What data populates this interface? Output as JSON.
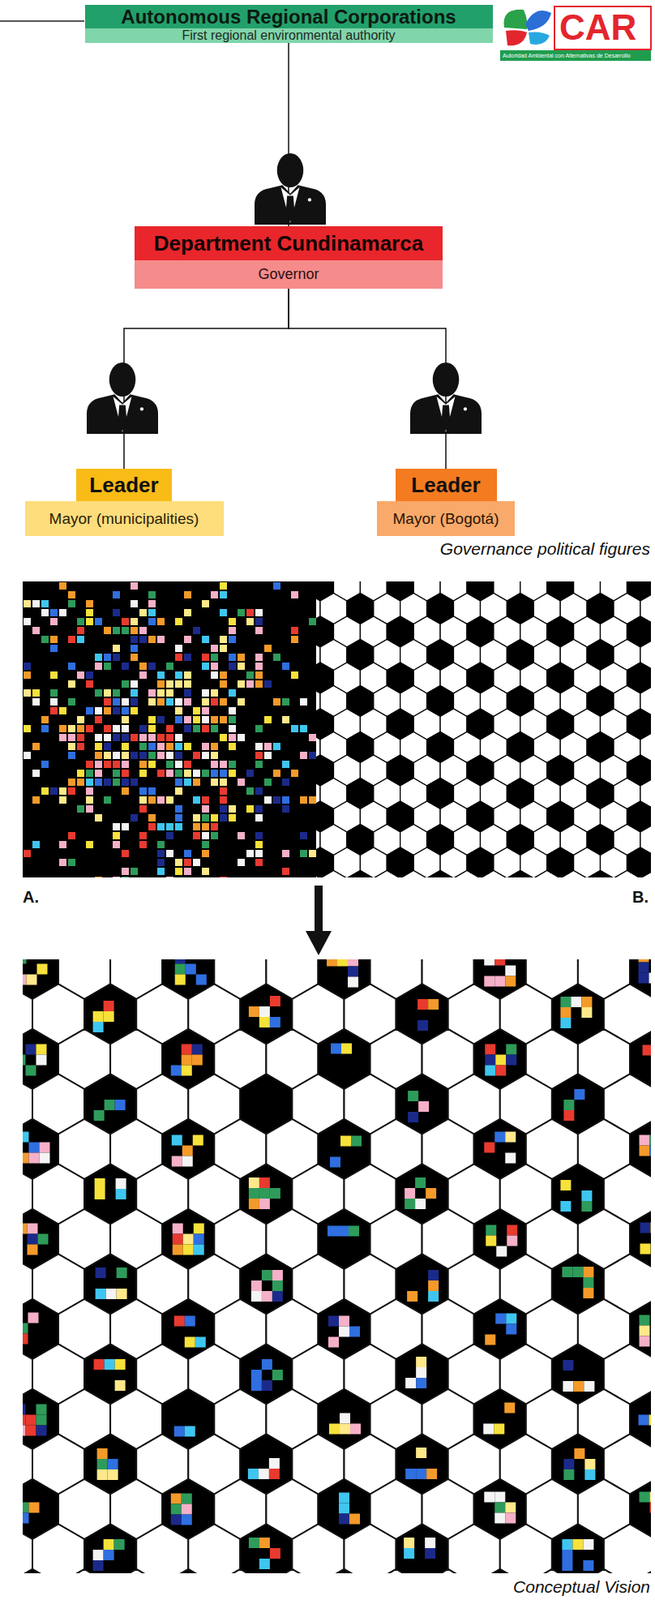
{
  "diagram": {
    "nodes": [
      {
        "text": [
          "Autonomous Regional Corporations",
          "First regional environmental authority"
        ]
      },
      {
        "text": [
          "Department Cundinamarca",
          "Governor"
        ]
      },
      {
        "text": [
          "Leader",
          "Mayor (municipalities)"
        ]
      },
      {
        "text": [
          "Leader",
          "Mayor (Bogotá)"
        ]
      }
    ],
    "edges": [
      {
        "from": 0,
        "to": 1,
        "arrow": "none"
      },
      {
        "from": 1,
        "to": 2,
        "arrow": "none"
      },
      {
        "from": 1,
        "to": 3,
        "arrow": "none"
      }
    ],
    "labels": [
      "CAR",
      "Autoridad Ambiental con Alternativas de Desarrollo",
      "Governance political figures",
      "A.",
      "B.",
      "Conceptual Vision"
    ]
  }
}
